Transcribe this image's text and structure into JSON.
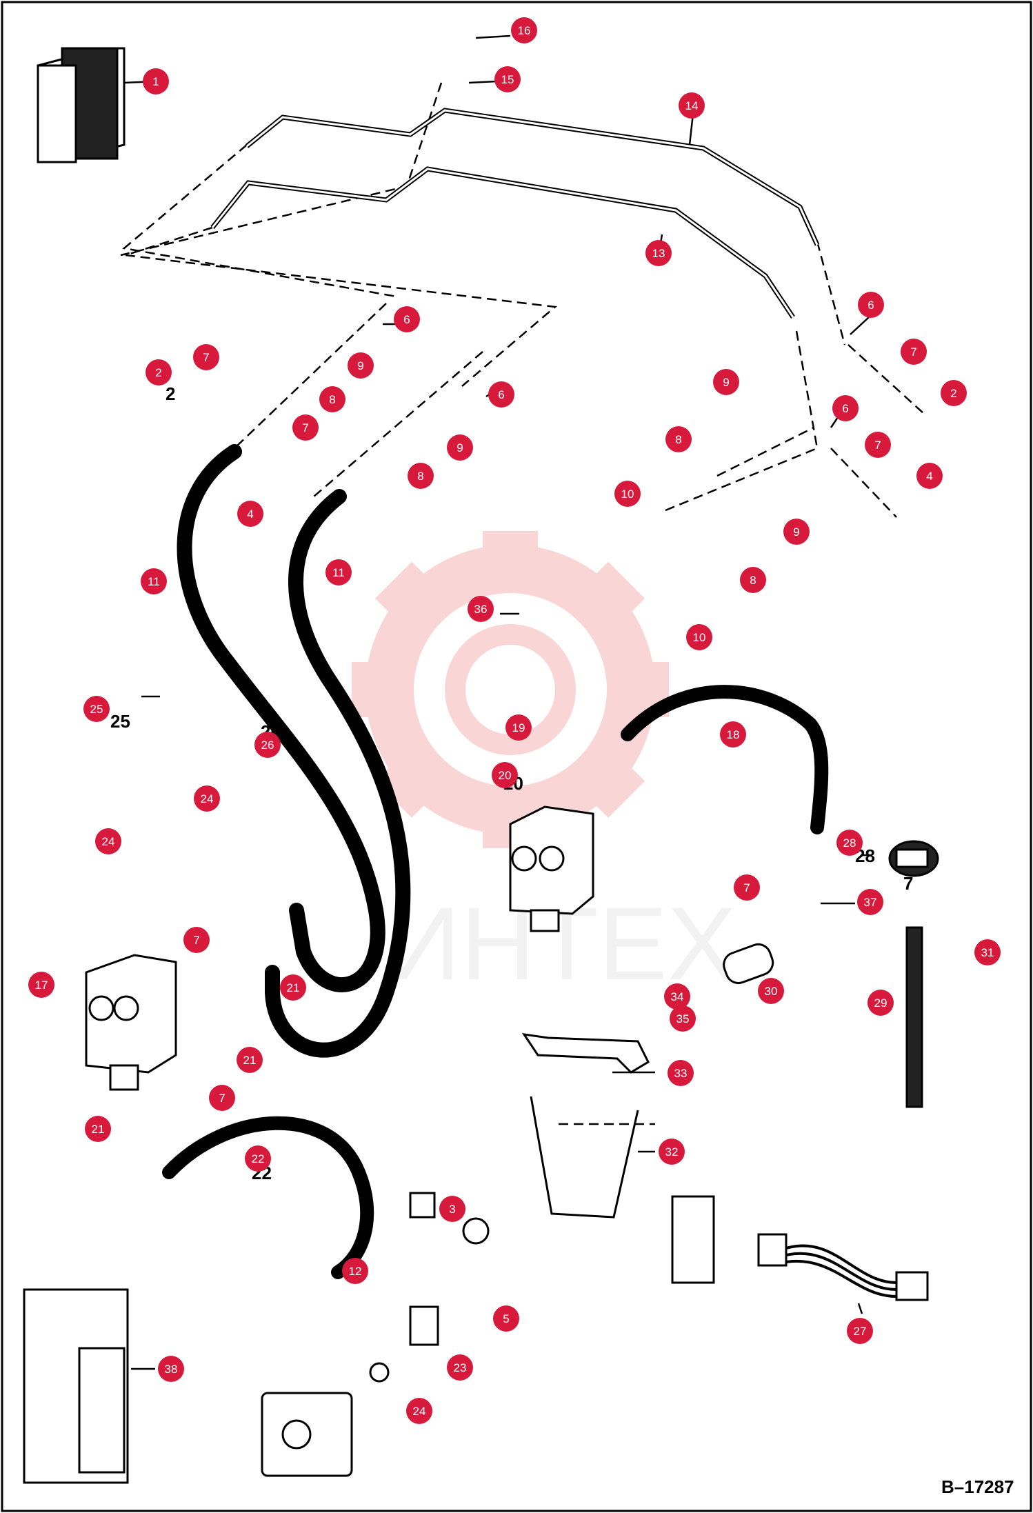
{
  "drawing_code": "B–17287",
  "watermark": {
    "text": "ИНТЕХ"
  },
  "colors": {
    "badge": "#d7193c",
    "badge_text": "#ffffff",
    "ink": "#000000",
    "watermark_gear": "#f5c0c0",
    "watermark_text": "#e8e8e8"
  },
  "callouts": [
    {
      "id": "c1",
      "label": "1"
    },
    {
      "id": "c2a",
      "label": "2"
    },
    {
      "id": "c2b",
      "label": "2"
    },
    {
      "id": "c3",
      "label": "3"
    },
    {
      "id": "c4a",
      "label": "4"
    },
    {
      "id": "c4b",
      "label": "4"
    },
    {
      "id": "c5",
      "label": "5"
    },
    {
      "id": "c6a",
      "label": "6"
    },
    {
      "id": "c6b",
      "label": "6"
    },
    {
      "id": "c6c",
      "label": "6"
    },
    {
      "id": "c6d",
      "label": "6"
    },
    {
      "id": "c7a",
      "label": "7"
    },
    {
      "id": "c7b",
      "label": "7"
    },
    {
      "id": "c7c",
      "label": "7"
    },
    {
      "id": "c7d",
      "label": "7"
    },
    {
      "id": "c7e",
      "label": "7"
    },
    {
      "id": "c7f",
      "label": "7"
    },
    {
      "id": "c7g",
      "label": "7"
    },
    {
      "id": "c8a",
      "label": "8"
    },
    {
      "id": "c8b",
      "label": "8"
    },
    {
      "id": "c8c",
      "label": "8"
    },
    {
      "id": "c8d",
      "label": "8"
    },
    {
      "id": "c9a",
      "label": "9"
    },
    {
      "id": "c9b",
      "label": "9"
    },
    {
      "id": "c9c",
      "label": "9"
    },
    {
      "id": "c9d",
      "label": "9"
    },
    {
      "id": "c10a",
      "label": "10"
    },
    {
      "id": "c10b",
      "label": "10"
    },
    {
      "id": "c11a",
      "label": "11"
    },
    {
      "id": "c11b",
      "label": "11"
    },
    {
      "id": "c12",
      "label": "12"
    },
    {
      "id": "c13",
      "label": "13"
    },
    {
      "id": "c14",
      "label": "14"
    },
    {
      "id": "c15",
      "label": "15"
    },
    {
      "id": "c16",
      "label": "16"
    },
    {
      "id": "c17",
      "label": "17"
    },
    {
      "id": "c18",
      "label": "18"
    },
    {
      "id": "c19",
      "label": "19"
    },
    {
      "id": "c20",
      "label": "20"
    },
    {
      "id": "c21a",
      "label": "21"
    },
    {
      "id": "c21b",
      "label": "21"
    },
    {
      "id": "c21c",
      "label": "21"
    },
    {
      "id": "c22",
      "label": "22"
    },
    {
      "id": "c23",
      "label": "23"
    },
    {
      "id": "c24a",
      "label": "24"
    },
    {
      "id": "c24b",
      "label": "24"
    },
    {
      "id": "c24c",
      "label": "24"
    },
    {
      "id": "c25",
      "label": "25"
    },
    {
      "id": "c26",
      "label": "26"
    },
    {
      "id": "c27",
      "label": "27"
    },
    {
      "id": "c28",
      "label": "28"
    },
    {
      "id": "c29",
      "label": "29"
    },
    {
      "id": "c30",
      "label": "30"
    },
    {
      "id": "c31",
      "label": "31"
    },
    {
      "id": "c32",
      "label": "32"
    },
    {
      "id": "c33",
      "label": "33"
    },
    {
      "id": "c34",
      "label": "34"
    },
    {
      "id": "c35",
      "label": "35"
    },
    {
      "id": "c36",
      "label": "36"
    },
    {
      "id": "c37",
      "label": "37"
    },
    {
      "id": "c38",
      "label": "38"
    }
  ],
  "printed_numbers": [
    {
      "id": "p2",
      "label": "2"
    },
    {
      "id": "p7",
      "label": "7"
    },
    {
      "id": "p25",
      "label": "25"
    },
    {
      "id": "p26",
      "label": "26"
    },
    {
      "id": "p28",
      "label": "28"
    },
    {
      "id": "p22",
      "label": "22"
    },
    {
      "id": "p20",
      "label": "20"
    }
  ]
}
